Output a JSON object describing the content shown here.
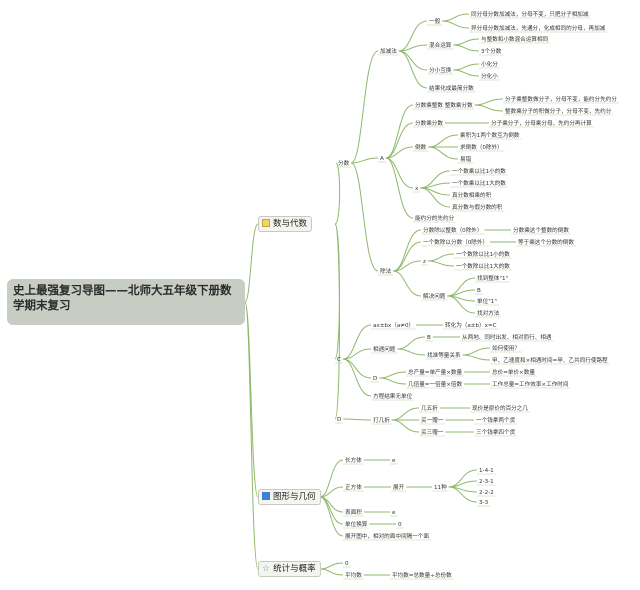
{
  "root": {
    "title": "史上最强复习导图——北师大五年级下册数学期末复习"
  },
  "branches": {
    "algebra": {
      "label": "数与代数",
      "icon": "document-icon"
    },
    "geometry": {
      "label": "图形与几何",
      "icon": "flag-icon"
    },
    "statistics": {
      "label": "统计与概率",
      "icon": "star-icon"
    }
  },
  "nodes": {
    "fenshu": "分数",
    "A": "A",
    "C": "C",
    "D": "D",
    "jiajianfa": "加减法",
    "yiban": "一般",
    "yiban_1": "同分母分数加减法，分母不变，只把分子相加减",
    "yiban_2": "异分母分数加减法，先通分，化成相同的分母，再加减",
    "hunhe": "混合运算",
    "hunhe_1": "与整数和小数混合运算相同",
    "hunhe_2": "3个分数",
    "fenxiao": "分小互换",
    "fenxiao_1": "小化分",
    "fenxiao_2": "分化小",
    "jieguo": "结果化成最简分数",
    "fscz": "分数乘整数  整数乘分数",
    "fscz_1": "分子乘整数做分子，分母不变，能约分先约分",
    "fscz_2": "整数乘分子的积做分子，分母不变，先约分",
    "fscfs": "分数乘分数",
    "fscfs_1": "分子乘分子，分母乘分母，先约分再计算",
    "daoshu": "倒数",
    "daoshu_1": "乘积为1两个数互为倒数",
    "daoshu_2": "求倒数（0除外）",
    "daoshu_3": "易错",
    "x": "x",
    "x_1": "一个数乘以比1小的数",
    "x_2": "一个数乘以比1大的数",
    "x_3": "真分数相乘的积",
    "x_4": "真分数与假分数的积",
    "nengyue": "能约分的先约分",
    "chufa": "除法",
    "chu1": "分数除以整数（0除外）",
    "chu1_r": "分数乘这个整数的倒数",
    "chu2": "一个数除以分数（0除外）",
    "chu2_r": "等于乘这个分数的倒数",
    "z": "z",
    "z_1": "一个数除以比1小的数",
    "z_2": "一个数除以比1大的数",
    "jiejue": "解决问题",
    "jj_1": "找到整体\"1\"",
    "jj_2": "B",
    "jj_3": "单位\"1\"",
    "jj_4": "找对方法",
    "axbx": "ax±bx（a≠0）",
    "axbx_r": "转化为（a±b）x=C",
    "xiangyu": "相遇问题",
    "B": "B",
    "B_r": "从两地、同时出发、相对而行、相遇",
    "zhaodeng": "找准等量关系",
    "zd_1": "如何使用？",
    "zd_2": "甲、乙速度和×相遇时间=甲、乙共同行使路程",
    "D2": "D",
    "d_1": "总产量=单产量×数量",
    "d_1r": "总价=单价×数量",
    "d_2": "几倍量=一倍量×倍数",
    "d_2r": "工作总量=工作效率×工作时间",
    "fangcheng": "方程结果无单位",
    "dajizhe": "打几折",
    "dz_1": "几五折",
    "dz_1r": "现价是原价的百分之几",
    "dz_2": "买一赠一",
    "dz_2r": "一个钱拿两个货",
    "dz_3": "买三赠一",
    "dz_3r": "三个钱拿四个货",
    "changfangti": "长方体",
    "cft_r": "e",
    "zhengfangti": "正方体",
    "zhankai": "展开",
    "shiyi": "11种",
    "s_1": "1-4-1",
    "s_2": "2-3-1",
    "s_3": "2-2-2",
    "s_4": "3-3",
    "biaomianji": "表面积",
    "bmj_r": "e",
    "danwei": "单位换算",
    "dw_r": "0",
    "zhankaitu": "展开图中，相对的面中间隔一个面",
    "tj_0": "0",
    "pingjunshu": "平均数",
    "pjs_r": "平均数=总数量÷总份数"
  },
  "colors": {
    "line": "#8fb86a",
    "root_bg": "#c8cdc4",
    "text": "#333333"
  }
}
